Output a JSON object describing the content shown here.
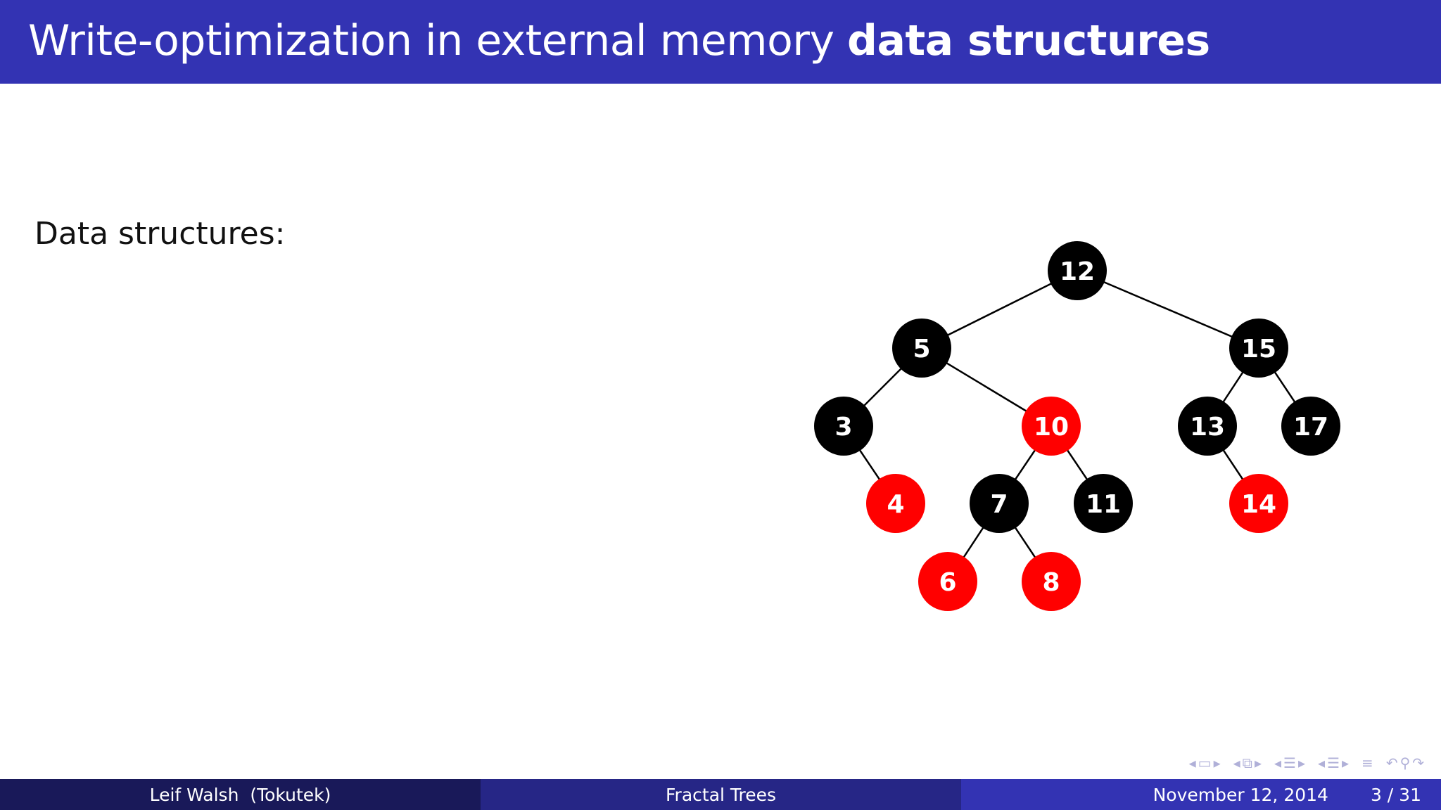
{
  "slide": {
    "title_regular": "Write-optimization in external memory ",
    "title_bold": "data structures",
    "subheading": "Data structures:"
  },
  "colors": {
    "header": "#3333b3",
    "footer_left": "#191959",
    "footer_mid": "#262686",
    "footer_right": "#3333b3",
    "node_black": "#000000",
    "node_red": "#ff0000"
  },
  "tree": {
    "nodes": [
      {
        "id": "n12",
        "label": "12",
        "color": "black"
      },
      {
        "id": "n5",
        "label": "5",
        "color": "black"
      },
      {
        "id": "n15",
        "label": "15",
        "color": "black"
      },
      {
        "id": "n3",
        "label": "3",
        "color": "black"
      },
      {
        "id": "n10",
        "label": "10",
        "color": "red"
      },
      {
        "id": "n13",
        "label": "13",
        "color": "black"
      },
      {
        "id": "n17",
        "label": "17",
        "color": "black"
      },
      {
        "id": "n4",
        "label": "4",
        "color": "red"
      },
      {
        "id": "n7",
        "label": "7",
        "color": "black"
      },
      {
        "id": "n11",
        "label": "11",
        "color": "black"
      },
      {
        "id": "n14",
        "label": "14",
        "color": "red"
      },
      {
        "id": "n6",
        "label": "6",
        "color": "red"
      },
      {
        "id": "n8",
        "label": "8",
        "color": "red"
      }
    ],
    "edges": [
      [
        "n12",
        "n5"
      ],
      [
        "n12",
        "n15"
      ],
      [
        "n5",
        "n3"
      ],
      [
        "n5",
        "n10"
      ],
      [
        "n3",
        "n4"
      ],
      [
        "n10",
        "n7"
      ],
      [
        "n10",
        "n11"
      ],
      [
        "n15",
        "n13"
      ],
      [
        "n15",
        "n17"
      ],
      [
        "n13",
        "n14"
      ],
      [
        "n7",
        "n6"
      ],
      [
        "n7",
        "n8"
      ]
    ]
  },
  "nav_icons": [
    "triangle-left-icon",
    "frame-icon",
    "triangle-right-icon",
    "triangle-left-icon",
    "frames-icon",
    "triangle-right-icon",
    "triangle-left-icon",
    "section-icon",
    "triangle-right-icon",
    "triangle-left-icon",
    "subsection-icon",
    "triangle-right-icon",
    "align-icon",
    "undo-icon",
    "search-icon",
    "redo-icon"
  ],
  "footer": {
    "author": "Leif Walsh  (Tokutek)",
    "talk_title": "Fractal Trees",
    "date": "November 12, 2014",
    "page": "3 / 31"
  }
}
